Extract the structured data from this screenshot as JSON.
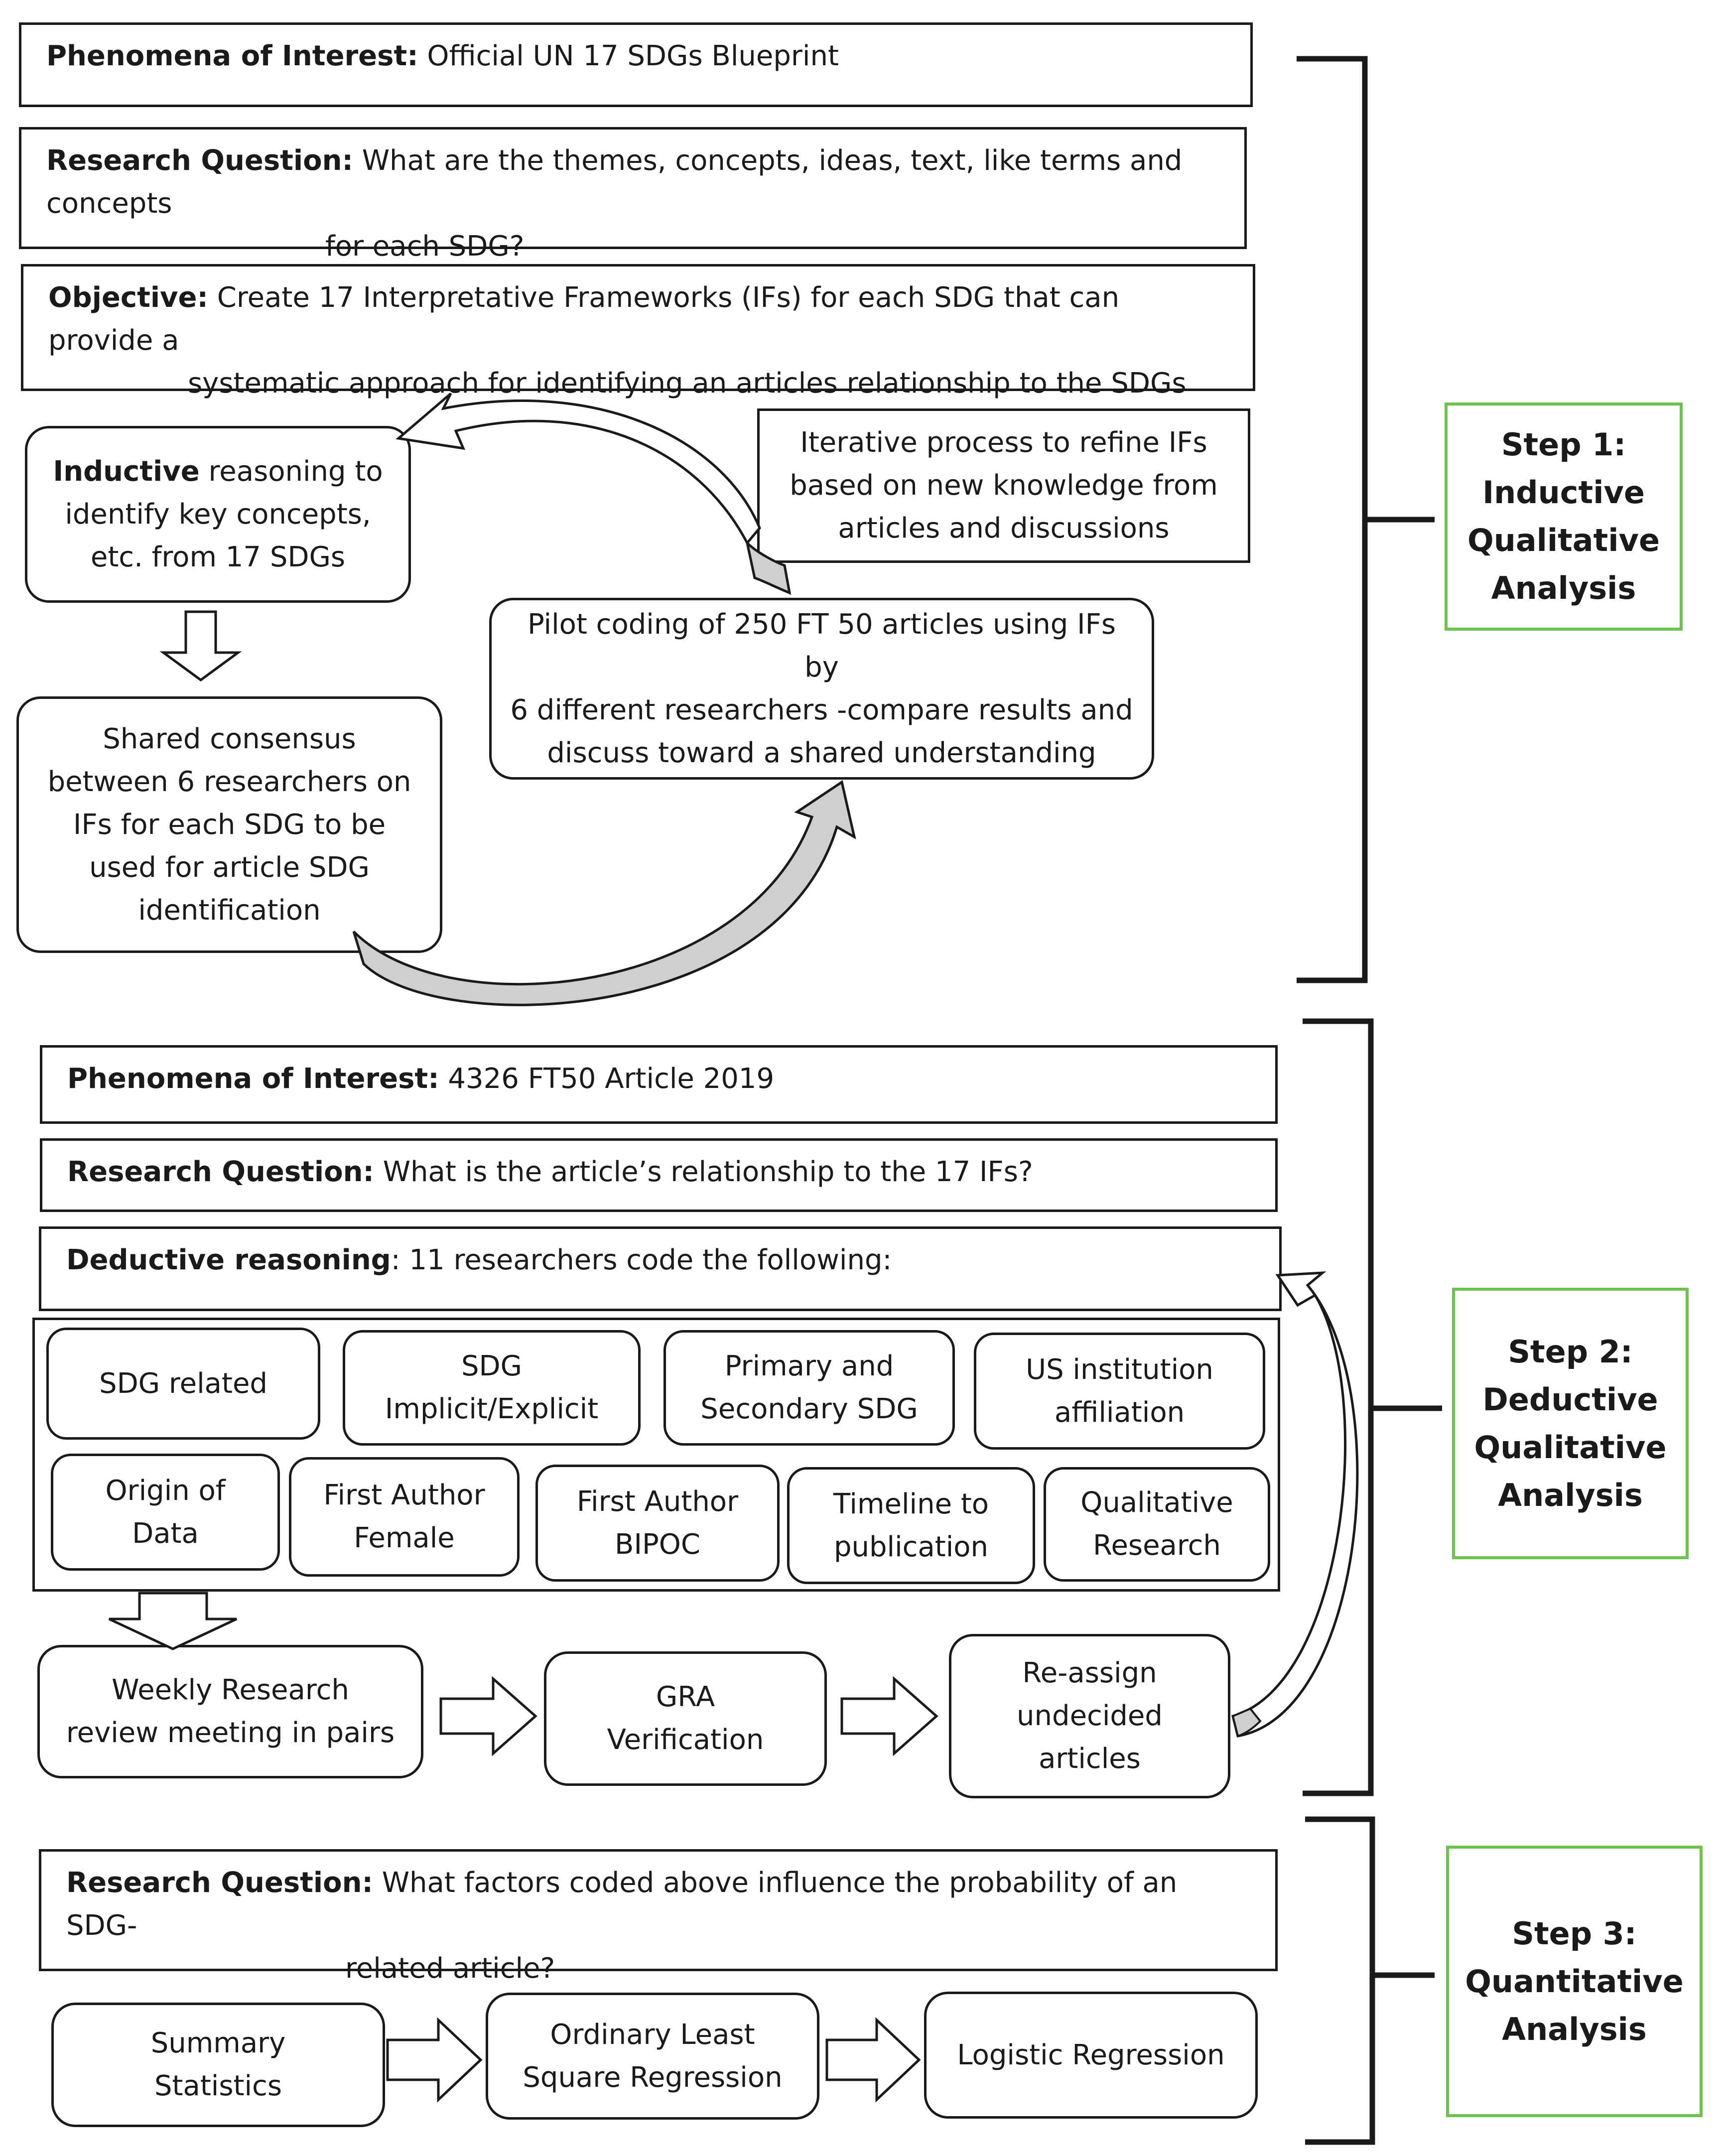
{
  "step1": {
    "phenomena": {
      "label": "Phenomena of Interest:",
      "text": "Official UN 17 SDGs Blueprint"
    },
    "research_question": {
      "label": "Research Question:",
      "line1": "What are the themes, concepts, ideas, text, like terms and concepts",
      "line2": "for each SDG?"
    },
    "objective": {
      "label": "Objective:",
      "line1": "Create 17 Interpretative Frameworks (IFs) for each SDG that can provide a",
      "line2": "systematic approach for identifying an articles relationship to the SDGs"
    },
    "inductive": {
      "bold": "Inductive",
      "rest": "reasoning to",
      "line2": "identify key concepts,",
      "line3": "etc. from 17 SDGs"
    },
    "iterative": {
      "line1": "Iterative process to refine IFs",
      "line2": "based on new knowledge from",
      "line3": "articles and discussions"
    },
    "pilot": {
      "line1": "Pilot coding of 250 FT 50 articles using IFs by",
      "line2": "6 different researchers -compare results and",
      "line3": "discuss toward a shared understanding"
    },
    "consensus": {
      "line1": "Shared consensus",
      "line2": "between 6 researchers on",
      "line3": "IFs for each SDG to be",
      "line4": "used for article SDG",
      "line5": "identification"
    },
    "label": {
      "line1": "Step 1:",
      "line2": "Inductive",
      "line3": "Qualitative",
      "line4": "Analysis"
    }
  },
  "step2": {
    "phenomena": {
      "label": "Phenomena of Interest:",
      "text": "4326 FT50 Article 2019"
    },
    "research_question": {
      "label": "Research Question:",
      "text": "What is the article’s relationship to  the 17 IFs?"
    },
    "deductive": {
      "label": "Deductive reasoning",
      "text": ": 11 researchers code the following:"
    },
    "codes_row1": [
      {
        "line1": "SDG related",
        "line2": ""
      },
      {
        "line1": "SDG",
        "line2": "Implicit/Explicit"
      },
      {
        "line1": "Primary and",
        "line2": "Secondary SDG"
      },
      {
        "line1": "US institution",
        "line2": "affiliation"
      }
    ],
    "codes_row2": [
      {
        "line1": "Origin of",
        "line2": "Data"
      },
      {
        "line1": "First Author",
        "line2": "Female"
      },
      {
        "line1": "First Author",
        "line2": "BIPOC"
      },
      {
        "line1": "Timeline to",
        "line2": "publication"
      },
      {
        "line1": "Qualitative",
        "line2": "Research"
      }
    ],
    "weekly": {
      "line1": "Weekly Research",
      "line2": "review meeting in pairs"
    },
    "gra": {
      "line1": "GRA",
      "line2": "Verification"
    },
    "reassign": {
      "line1": "Re-assign",
      "line2": "undecided",
      "line3": "articles"
    },
    "label": {
      "line1": "Step 2:",
      "line2": "Deductive",
      "line3": "Qualitative",
      "line4": "Analysis"
    }
  },
  "step3": {
    "research_question": {
      "label": "Research Question:",
      "line1": "What factors coded above influence the probability of an SDG-",
      "line2": "related article?"
    },
    "summary": {
      "line1": "Summary",
      "line2": "Statistics"
    },
    "ols": {
      "line1": "Ordinary Least",
      "line2": "Square Regression"
    },
    "logistic": {
      "line1": "Logistic Regression"
    },
    "label": {
      "line1": "Step 3:",
      "line2": "Quantitative",
      "line3": "Analysis"
    }
  },
  "colors": {
    "step_border": "#6cc24a",
    "arrow_fill": "#cfcfcf",
    "line": "#1a1a1a"
  }
}
